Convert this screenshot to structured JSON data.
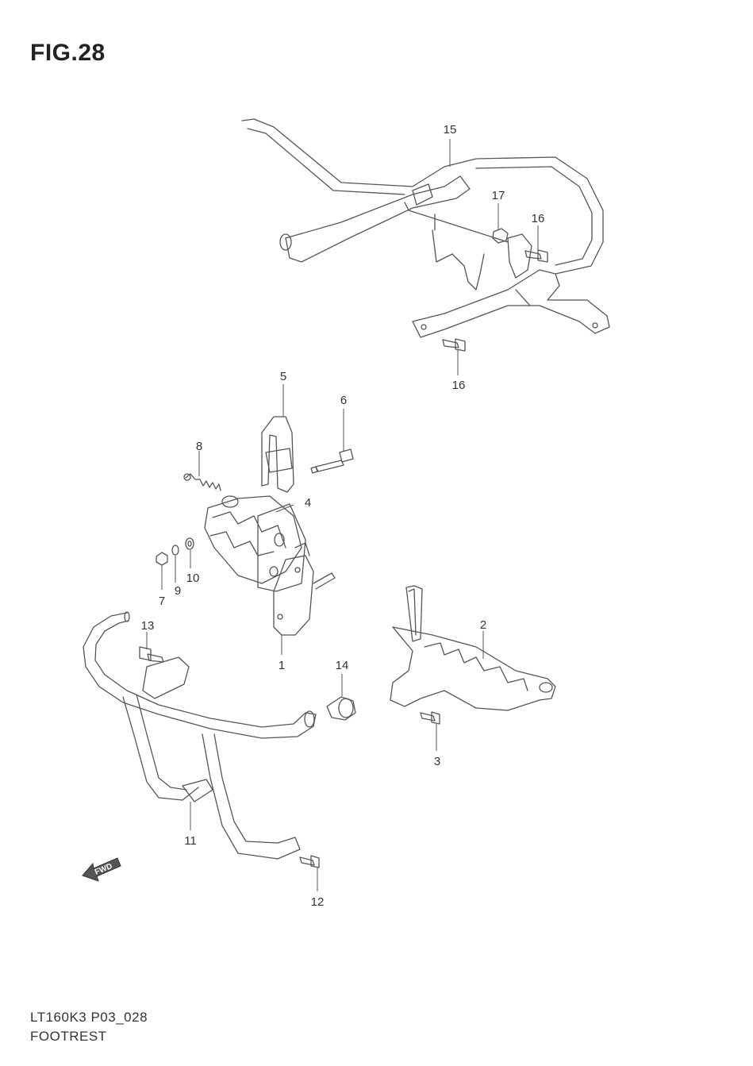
{
  "figure": {
    "title": "FIG.28",
    "model_code": "LT160K3 P03_028",
    "section_name": "FOOTREST"
  },
  "direction_label": "FWD",
  "callouts": {
    "c1": "1",
    "c2": "2",
    "c3": "3",
    "c4": "4",
    "c5": "5",
    "c6": "6",
    "c7": "7",
    "c8": "8",
    "c9": "9",
    "c10": "10",
    "c11": "11",
    "c12": "12",
    "c13": "13",
    "c14": "14",
    "c15": "15",
    "c16a": "16",
    "c16b": "16",
    "c17": "17"
  }
}
